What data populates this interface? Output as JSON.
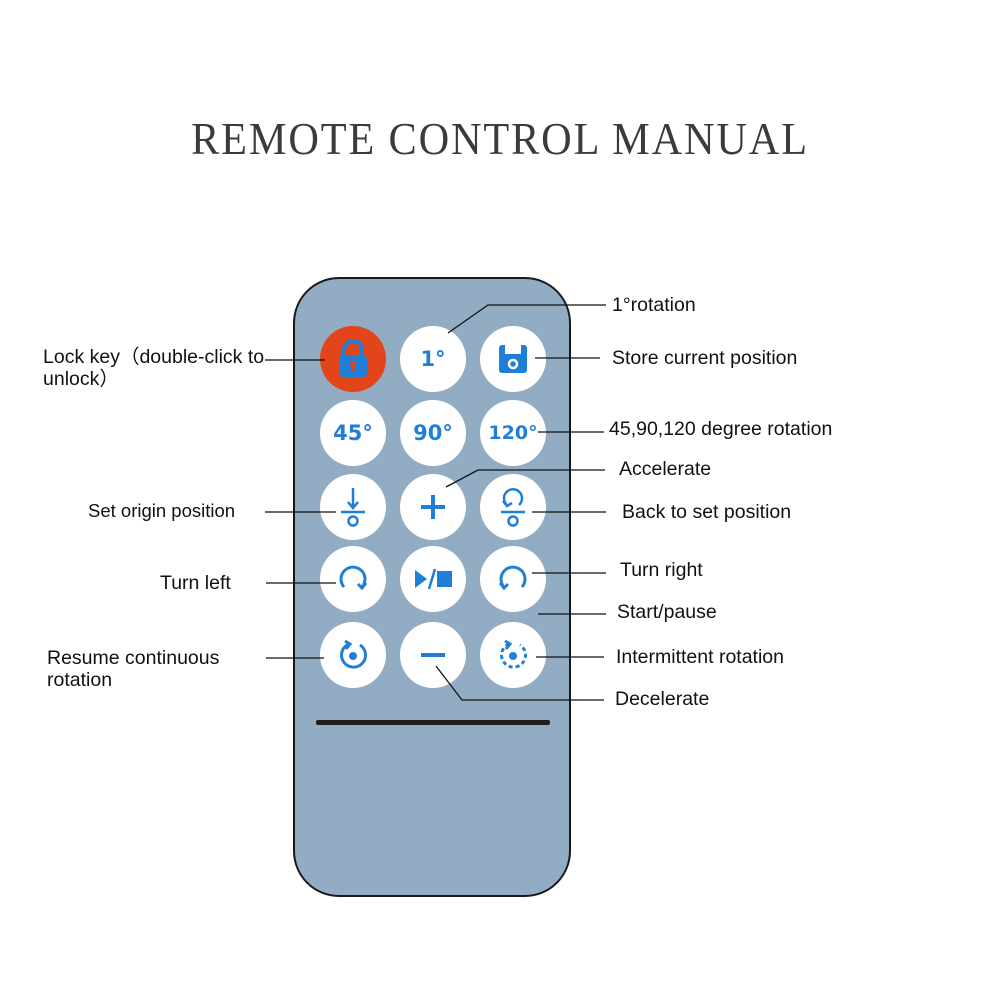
{
  "title": "REMOTE CONTROL MANUAL",
  "colors": {
    "remote_body": "#92adc3",
    "button": "#ffffff",
    "button_icon": "#1f7fd6",
    "lock_button": "#e2451a"
  },
  "buttons": {
    "lock": {
      "icon": "lock-icon"
    },
    "one_degree": {
      "text": "1°"
    },
    "store": {
      "icon": "floppy-disk-icon"
    },
    "deg45": {
      "text": "45°"
    },
    "deg90": {
      "text": "90°"
    },
    "deg120": {
      "text": "120°"
    },
    "set_origin": {
      "icon": "set-origin-icon"
    },
    "accelerate": {
      "icon": "plus-icon"
    },
    "back_to_set": {
      "icon": "return-origin-icon"
    },
    "turn_left": {
      "icon": "rotate-left-icon"
    },
    "start_pause": {
      "icon": "play-pause-icon"
    },
    "turn_right": {
      "icon": "rotate-right-icon"
    },
    "resume_continuous": {
      "icon": "continuous-rotation-icon"
    },
    "decelerate": {
      "icon": "minus-icon"
    },
    "intermittent": {
      "icon": "intermittent-rotation-icon"
    }
  },
  "labels": {
    "lock_key": "Lock key（double-click to unlock）",
    "one_degree_rotation": "1°rotation",
    "store_current_position": "Store current position",
    "degree_rotation": "45,90,120 degree rotation",
    "accelerate": "Accelerate",
    "set_origin_position": "Set origin position",
    "back_to_set_position": "Back to set position",
    "turn_left": "Turn left",
    "turn_right": "Turn right",
    "start_pause": "Start/pause",
    "resume_continuous_rotation": "Resume continuous rotation",
    "intermittent_rotation": "Intermittent rotation",
    "decelerate": "Decelerate"
  }
}
